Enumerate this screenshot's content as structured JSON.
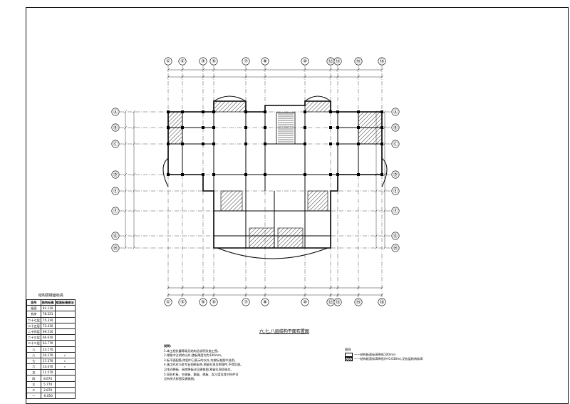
{
  "drawing": {
    "title": "六,七,八层结构平面布置图"
  },
  "axes": {
    "top": [
      "①",
      "②",
      "③",
      "⑤",
      "⑦",
      "⑧",
      "⑩",
      "⑫",
      "⑬",
      "⑮",
      "⑱"
    ],
    "bottom": [
      "①",
      "③",
      "⑤",
      "⑤",
      "⑦",
      "⑧",
      "⑩",
      "⑫",
      "⑬",
      "⑮",
      "⑱"
    ],
    "left": [
      "Ⓐ",
      "Ⓑ",
      "Ⓒ",
      "Ⓓ",
      "Ⓔ",
      "Ⓕ",
      "Ⓖ",
      "Ⓗ"
    ],
    "right": [
      "Ⓐ",
      "Ⓑ",
      "Ⓒ",
      "Ⓓ",
      "Ⓔ",
      "Ⓕ",
      "Ⓖ",
      "Ⓗ"
    ]
  },
  "level_table": {
    "caption": "结构层楼面标高",
    "headers": [
      "层号",
      "结构标高",
      "楼面标高做法"
    ],
    "rows": [
      [
        "屋面",
        "81.110",
        ""
      ],
      [
        "机房",
        "78.221",
        ""
      ],
      [
        "二十七层",
        "75.310",
        ""
      ],
      [
        "二十五层",
        "72.410",
        ""
      ],
      [
        "二十四层",
        "69.510",
        ""
      ],
      [
        "二十三层",
        "66.610",
        ""
      ],
      [
        "二十二层",
        "63.770",
        ""
      ],
      [
        "八",
        "23.170",
        ""
      ],
      [
        "八",
        "20.270",
        "√"
      ],
      [
        "七",
        "17.370",
        "√"
      ],
      [
        "六",
        "14.470",
        "√"
      ],
      [
        "五",
        "11.570",
        ""
      ],
      [
        "四",
        "8.670",
        ""
      ],
      [
        "三",
        "5.770",
        ""
      ],
      [
        "二",
        "2.870",
        ""
      ],
      [
        "一",
        "-0.050",
        ""
      ]
    ]
  },
  "notes": {
    "title": "说明:",
    "lines": [
      "1.本工程抗震等级见结构总说明及施工图。",
      "2.除图中注明的以外,楼板厚度均为100mm。",
      "3.板平面配筋,除图中已表示的以外,均按标准图中选用。",
      "4.施工时应与各专业图纸配合,预留孔洞及预埋件,不得后凿。",
      "  卫生间降板、厨房降板详见建筑图,预留孔洞须核对。",
      "5.阳台栏板、空调板、飘窗、挑板、女儿墙及其它构件详",
      "  见有关大样图及建施图。"
    ]
  },
  "legend": {
    "title": "图例",
    "items": [
      "——结构板面标高降低100mm",
      "——结构板面标高降低(H-0.030m),见各层结构标高"
    ]
  }
}
